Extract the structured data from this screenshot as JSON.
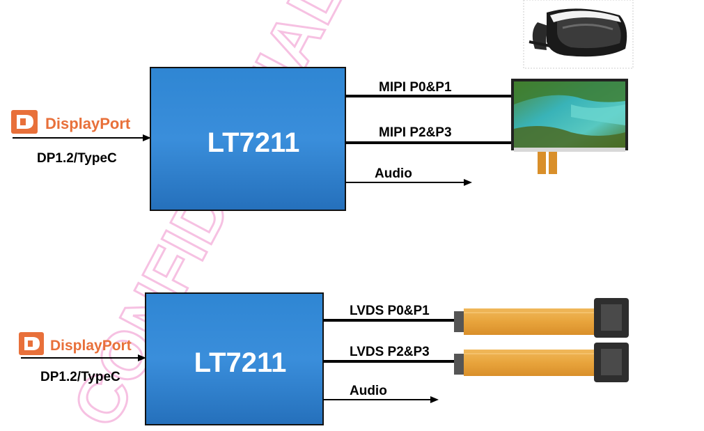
{
  "colors": {
    "chip_fill": "#2b7cc9",
    "chip_border": "#111111",
    "line": "#000000",
    "displayport_orange": "#e8703a",
    "watermark": "#f6a6d8",
    "flex_cable": "#e8a43c"
  },
  "watermark": {
    "text": "CONFIDENTIAL"
  },
  "top_diagram": {
    "chip_label": "LT7211",
    "input_logo_text": "DisplayPort",
    "input_label": "DP1.2/TypeC",
    "output1_label": "MIPI P0&P1",
    "output2_label": "MIPI P2&P3",
    "audio_label": "Audio",
    "vr_headset_icon": "vr-headset-icon",
    "panel_icon": "mipi-display-panel-icon"
  },
  "bottom_diagram": {
    "chip_label": "LT7211",
    "input_logo_text": "DisplayPort",
    "input_label": "DP1.2/TypeC",
    "output1_label": "LVDS P0&P1",
    "output2_label": "LVDS P2&P3",
    "audio_label": "Audio",
    "panel_icon": "micro-display-flex-icon"
  }
}
